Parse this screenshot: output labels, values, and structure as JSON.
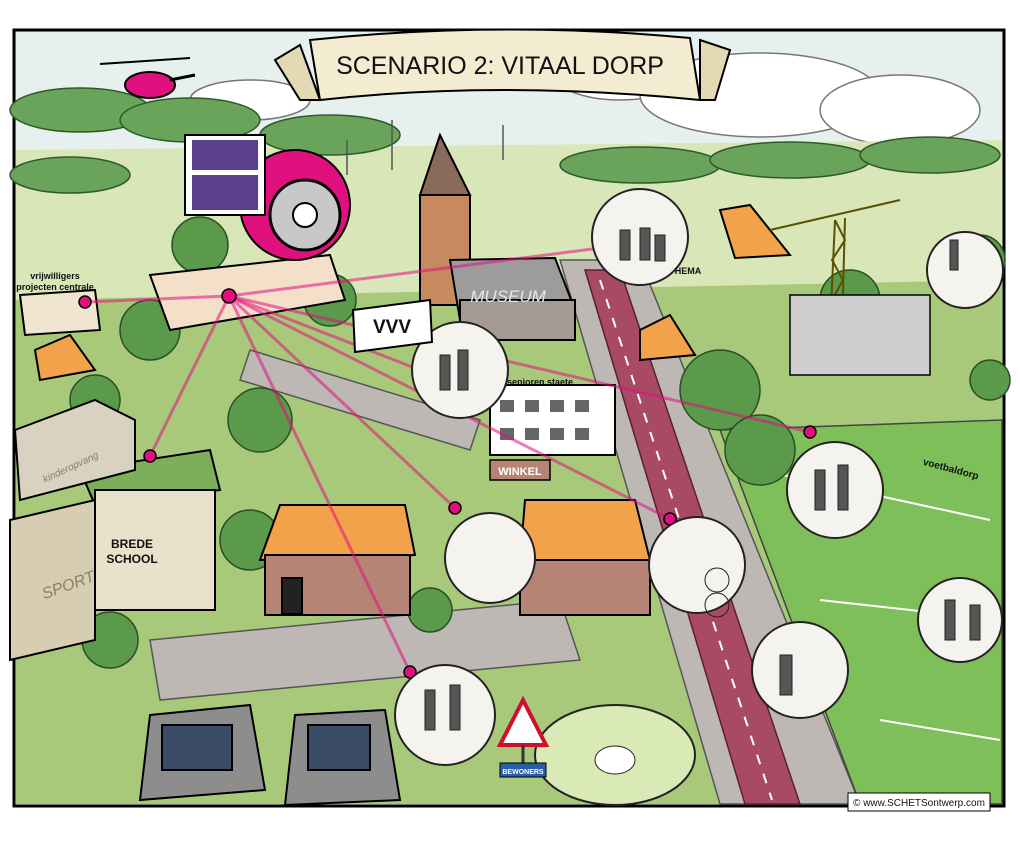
{
  "title": "SCENARIO 2: VITAAL DORP",
  "labels": {
    "volunteers_line1": "vrijwilligers",
    "volunteers_line2": "projecten centrale",
    "museum": "MUSEUM",
    "vvv": "VVV",
    "hema": "HEMA",
    "seniors": "senioren staete",
    "shop": "WINKEL",
    "school_line1": "BREDE",
    "school_line2": "SCHOOL",
    "sport": "SPORT",
    "kinderopvang": "kinderopvang",
    "football": "voetbaldorp",
    "residents": "BEWONERS",
    "credit": "© www.SCHETSontwerp.com"
  },
  "colors": {
    "accent_magenta": "#e0117f",
    "ribbon": "#f3ecd0",
    "grass": "#a9c97a",
    "trees": "#5a9a4a",
    "road": "#bdb8b4",
    "cycle_path": "#a84a63"
  }
}
